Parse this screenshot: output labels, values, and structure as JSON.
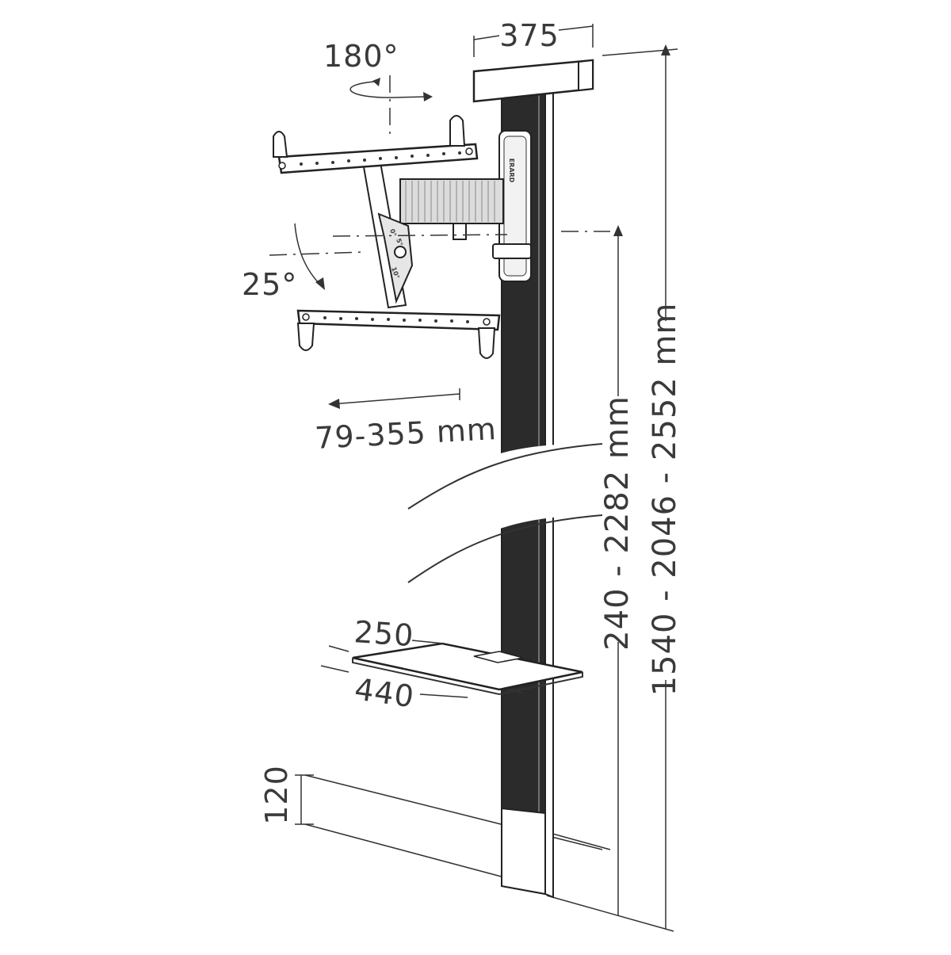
{
  "dimensions": {
    "top_width": "375",
    "rotation": "180°",
    "tilt": "25°",
    "depth_range": "79-355 mm",
    "height_range_inner": "240 - 2282 mm",
    "height_range_outer": "1540 - 2046 - 2552 mm",
    "shelf_depth": "250",
    "shelf_width": "440",
    "base_height": "120"
  },
  "product_label": "ERARD",
  "joint_labels": {
    "a": "0°",
    "b": "5°",
    "c": "10°"
  },
  "colors": {
    "column": "#2b2b2b",
    "line": "#333333",
    "background": "#ffffff"
  }
}
